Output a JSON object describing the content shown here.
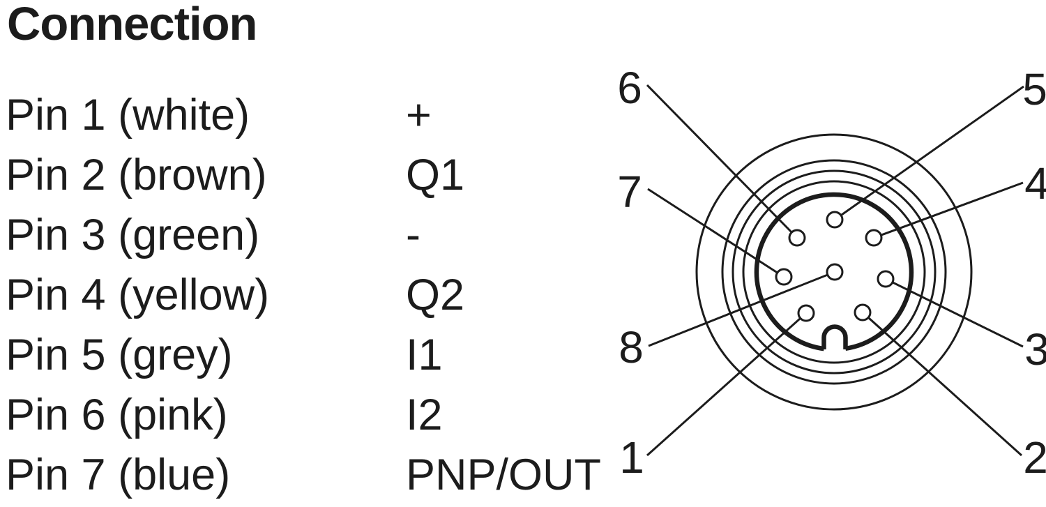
{
  "title": "Connection",
  "rows": [
    {
      "label": "Pin 1 (white)",
      "value": "+"
    },
    {
      "label": "Pin 2 (brown)",
      "value": "Q1"
    },
    {
      "label": "Pin 3 (green)",
      "value": "-"
    },
    {
      "label": "Pin 4 (yellow)",
      "value": "Q2"
    },
    {
      "label": "Pin 5 (grey)",
      "value": "I1"
    },
    {
      "label": "Pin 6 (pink)",
      "value": "I2"
    },
    {
      "label": "Pin 7 (blue)",
      "value": "PNP/OUT"
    }
  ],
  "diagram": {
    "type": "connector-pinout-front-view",
    "pin_count": 8,
    "pin_labels": [
      {
        "text": "1"
      },
      {
        "text": "2"
      },
      {
        "text": "3"
      },
      {
        "text": "4"
      },
      {
        "text": "5"
      },
      {
        "text": "6"
      },
      {
        "text": "7"
      },
      {
        "text": "8"
      }
    ]
  },
  "colors": {
    "ink": "#1c1c1c",
    "background": "#ffffff"
  }
}
